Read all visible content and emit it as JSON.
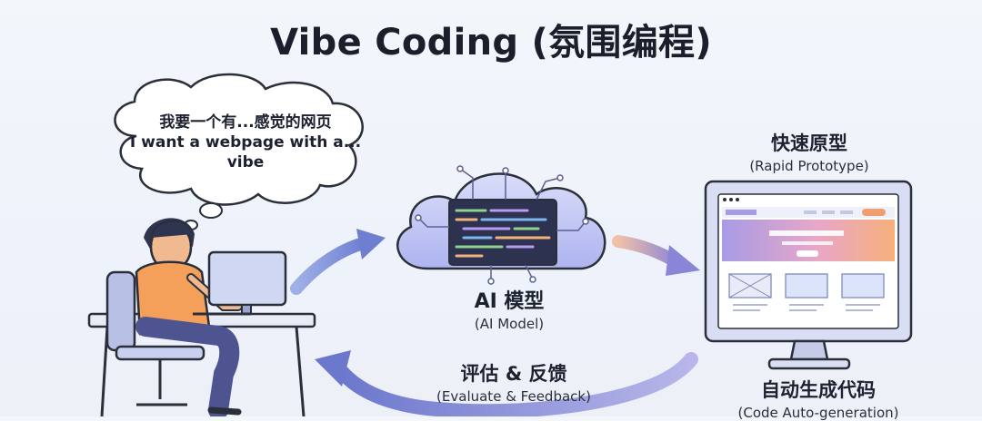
{
  "title": "Vibe Coding (氛围编程)",
  "speech_bubble": {
    "line1": "我要一个有...感觉的网页",
    "line2": "I want a webpage with a...",
    "line3": "vibe"
  },
  "ai_model": {
    "label": "AI 模型",
    "sub": "(AI Model)"
  },
  "prototype": {
    "label": "快速原型",
    "sub": "(Rapid Prototype)"
  },
  "feedback": {
    "label": "评估 & 反馈",
    "sub": "(Evaluate & Feedback)"
  },
  "codegen": {
    "label": "自动生成代码",
    "sub": "(Code Auto-generation)"
  },
  "colors": {
    "accent_purple": "#8f8fe0",
    "accent_orange": "#f0a070",
    "arrow_blue": "#7a86cc"
  }
}
